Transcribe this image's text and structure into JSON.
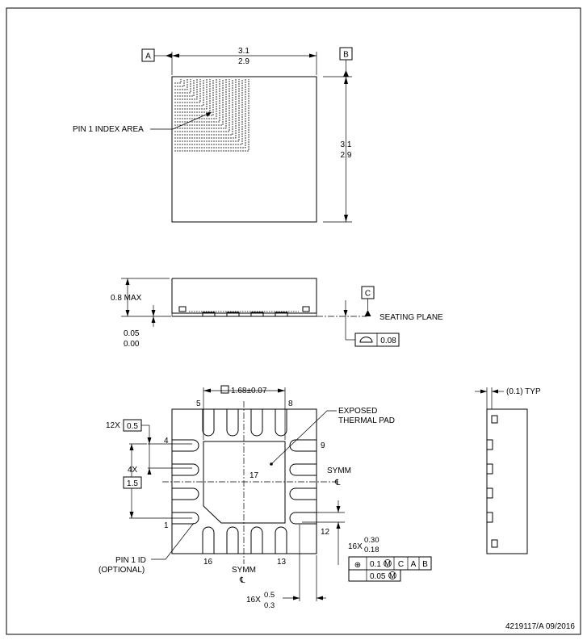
{
  "datums": {
    "a": "A",
    "b": "B",
    "c": "C"
  },
  "top_view": {
    "width_max": "3.1",
    "width_min": "2.9",
    "height_max": "3.1",
    "height_min": "2.9",
    "pin1_index_label": "PIN 1 INDEX AREA"
  },
  "side_view": {
    "max_height": "0.8 MAX",
    "standoff_max": "0.05",
    "standoff_min": "0.00",
    "seating_plane_label": "SEATING PLANE",
    "flatness_value": "0.08"
  },
  "bottom_view": {
    "pad_size": "1.68",
    "pad_pm": "±",
    "pad_tol": "0.07",
    "pitch_count": "12X",
    "pitch": "0.5",
    "span_count": "4X",
    "span": "1.5",
    "pin_numbers": [
      "1",
      "4",
      "5",
      "8",
      "9",
      "12",
      "13",
      "16",
      "17"
    ],
    "exposed_pad_label_1": "EXPOSED",
    "exposed_pad_label_2": "THERMAL PAD",
    "symm_label": "SYMM",
    "centerline_symbol": "℄",
    "lead_width_count": "16X",
    "lead_width_max": "0.30",
    "lead_width_min": "0.18",
    "lead_length_count": "16X",
    "lead_length_max": "0.5",
    "lead_length_min": "0.3",
    "pin1_id_label_1": "PIN 1 ID",
    "pin1_id_label_2": "(OPTIONAL)",
    "fcf_position_symbol": "⊕",
    "fcf_tol_1": "0.1",
    "fcf_tol_2": "0.05",
    "fcf_mmc": "M",
    "fcf_datum_c": "C",
    "fcf_datum_a": "A",
    "fcf_datum_b": "B"
  },
  "edge_view": {
    "typ_label": "(0.1) TYP"
  },
  "footer": {
    "doc_number": "4219117/A   09/2016"
  }
}
